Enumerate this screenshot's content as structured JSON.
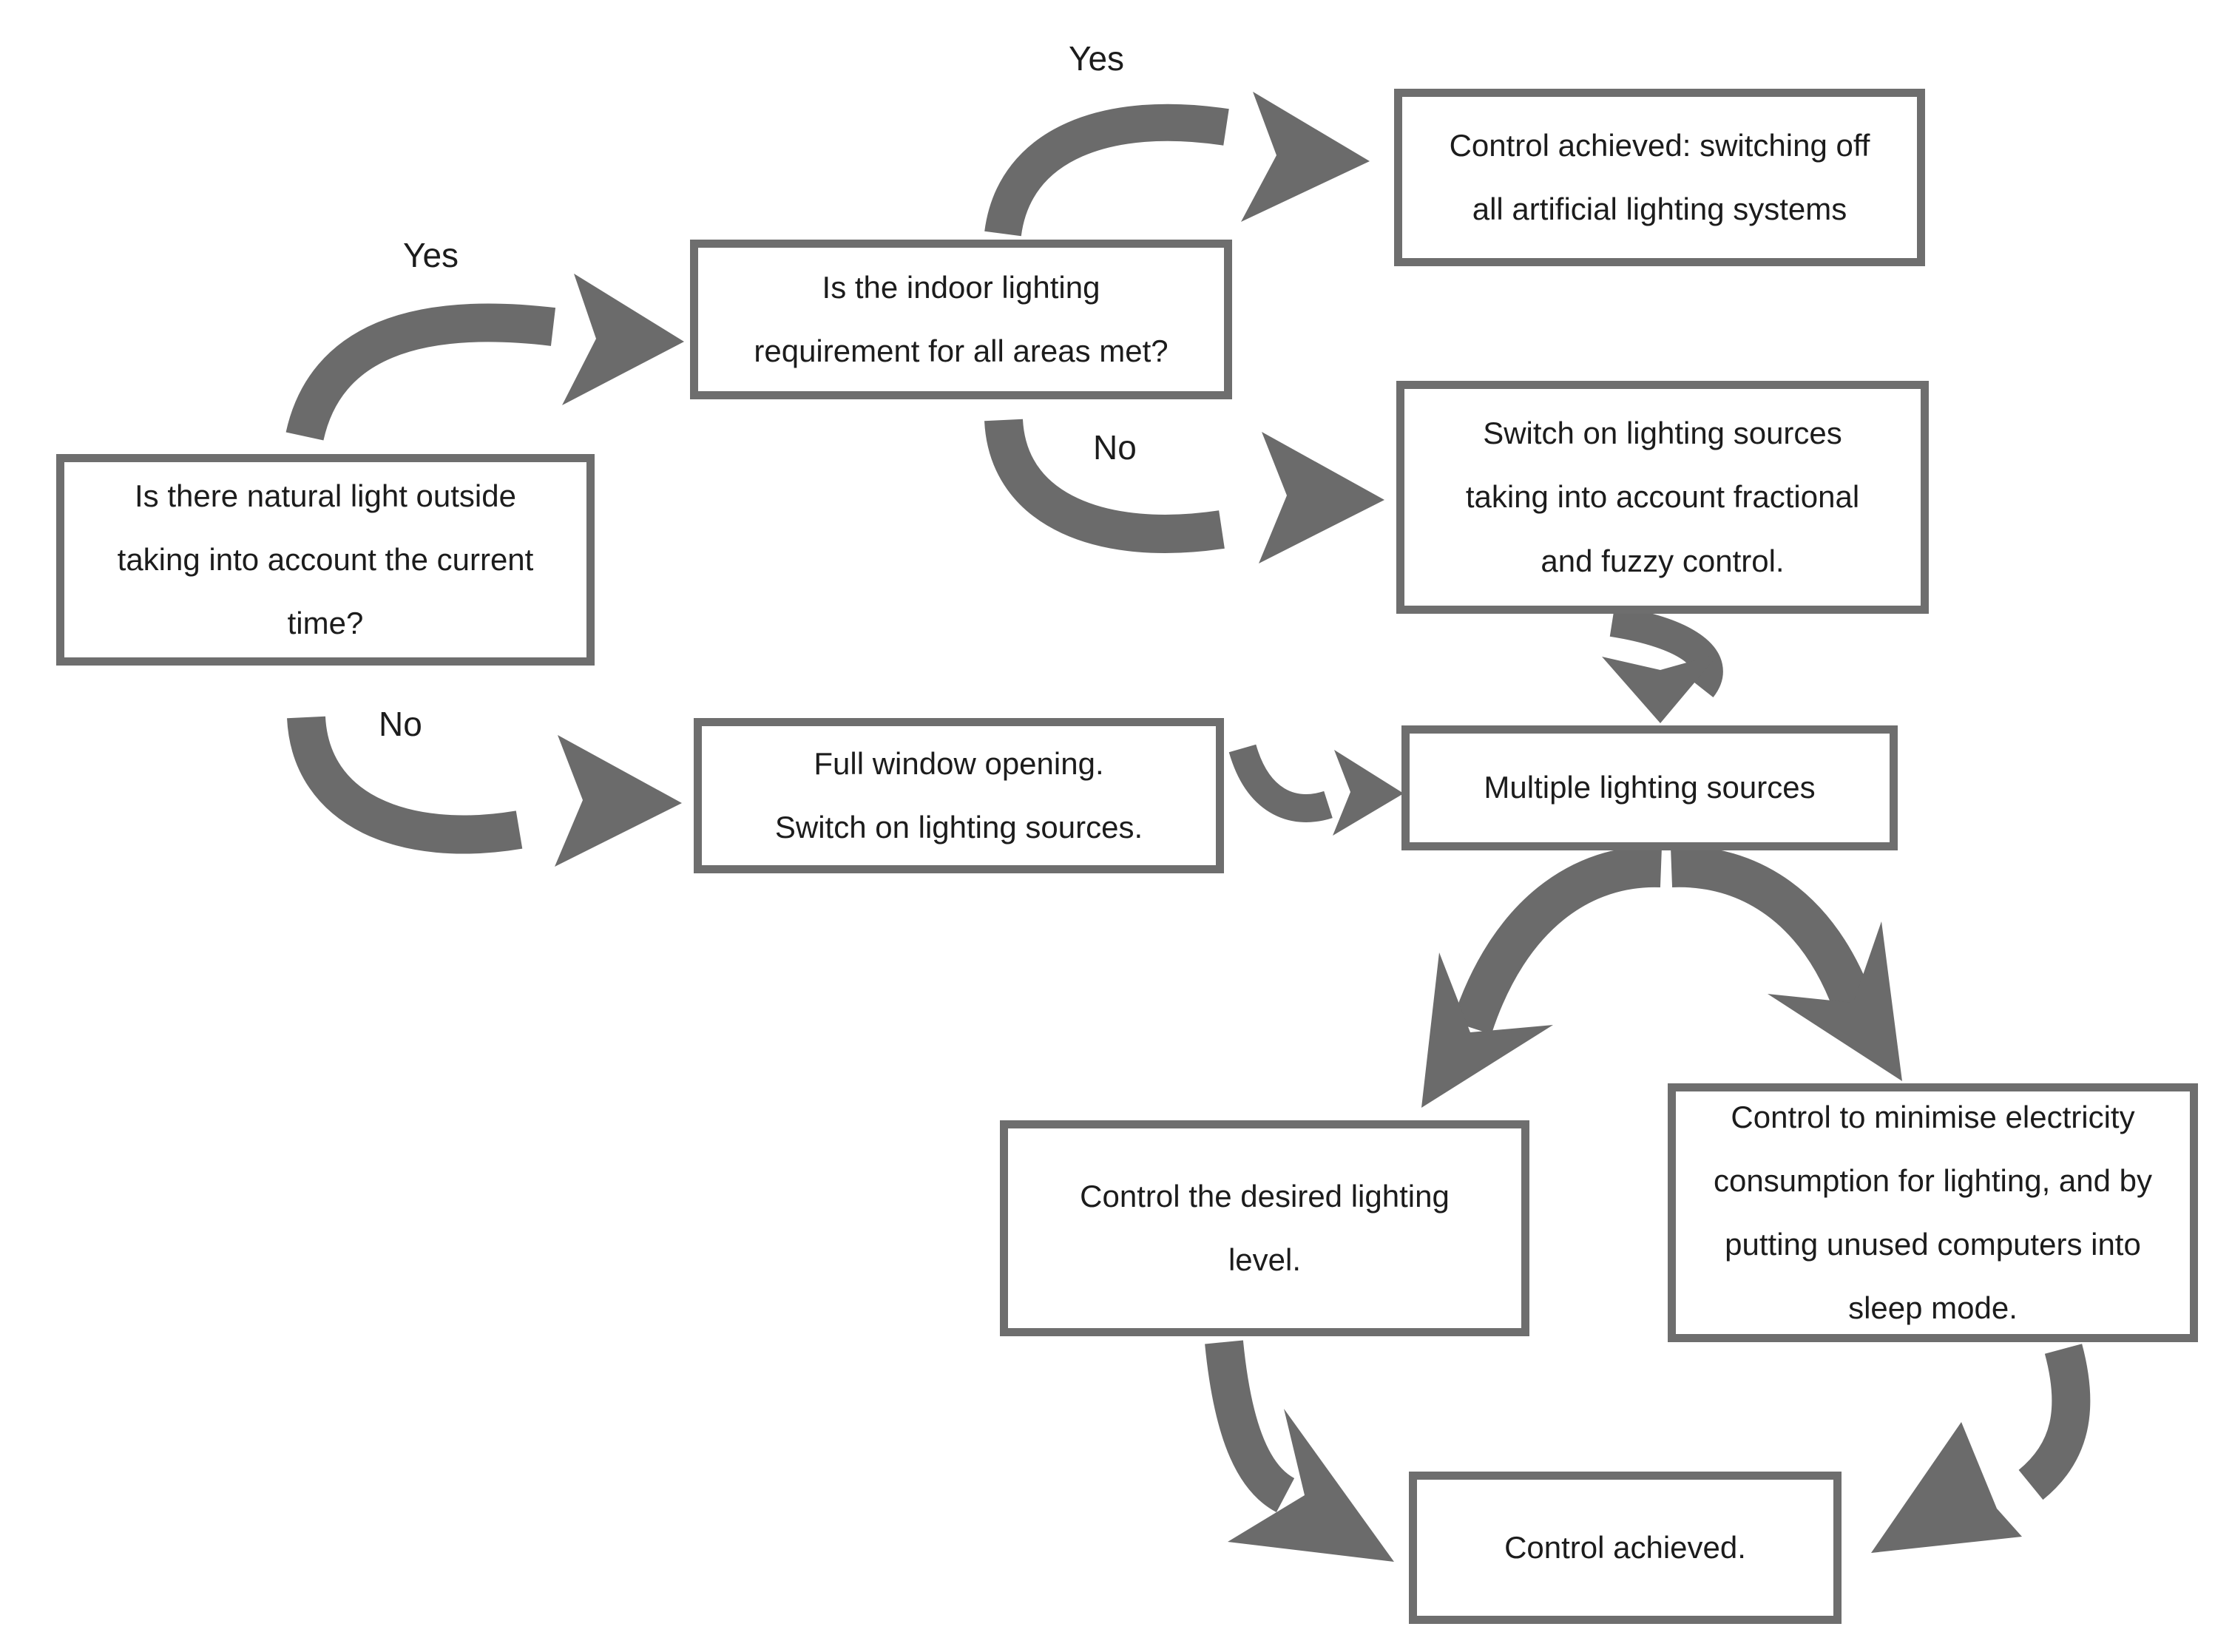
{
  "colors": {
    "page_bg": "#ffffff",
    "box_bg": "#ffffff",
    "box_border": "#6e6e6e",
    "arrow": "#6b6b6b",
    "text": "#1c1c1c"
  },
  "nodes": {
    "natural_light": {
      "text": "Is there natural light outside\ntaking into account the current\ntime?"
    },
    "indoor_requirement": {
      "text": "Is the indoor lighting\nrequirement for all areas met?"
    },
    "control_switch_off": {
      "text": "Control achieved: switching off\nall artificial lighting systems"
    },
    "switch_on_fuzzy": {
      "text": "Switch on lighting sources\ntaking into account fractional\nand fuzzy control."
    },
    "multiple_sources": {
      "text": "Multiple lighting sources"
    },
    "full_window": {
      "text": "Full window opening.\nSwitch on lighting sources."
    },
    "desired_level": {
      "text": "Control the desired lighting\nlevel."
    },
    "minimise_consumption": {
      "text": "Control to minimise electricity\nconsumption for lighting, and by\nputting unused computers into\nsleep mode."
    },
    "control_achieved": {
      "text": "Control achieved."
    }
  },
  "edge_labels": {
    "yes_top": "Yes",
    "yes_left": "Yes",
    "no_mid": "No",
    "no_left": "No"
  }
}
